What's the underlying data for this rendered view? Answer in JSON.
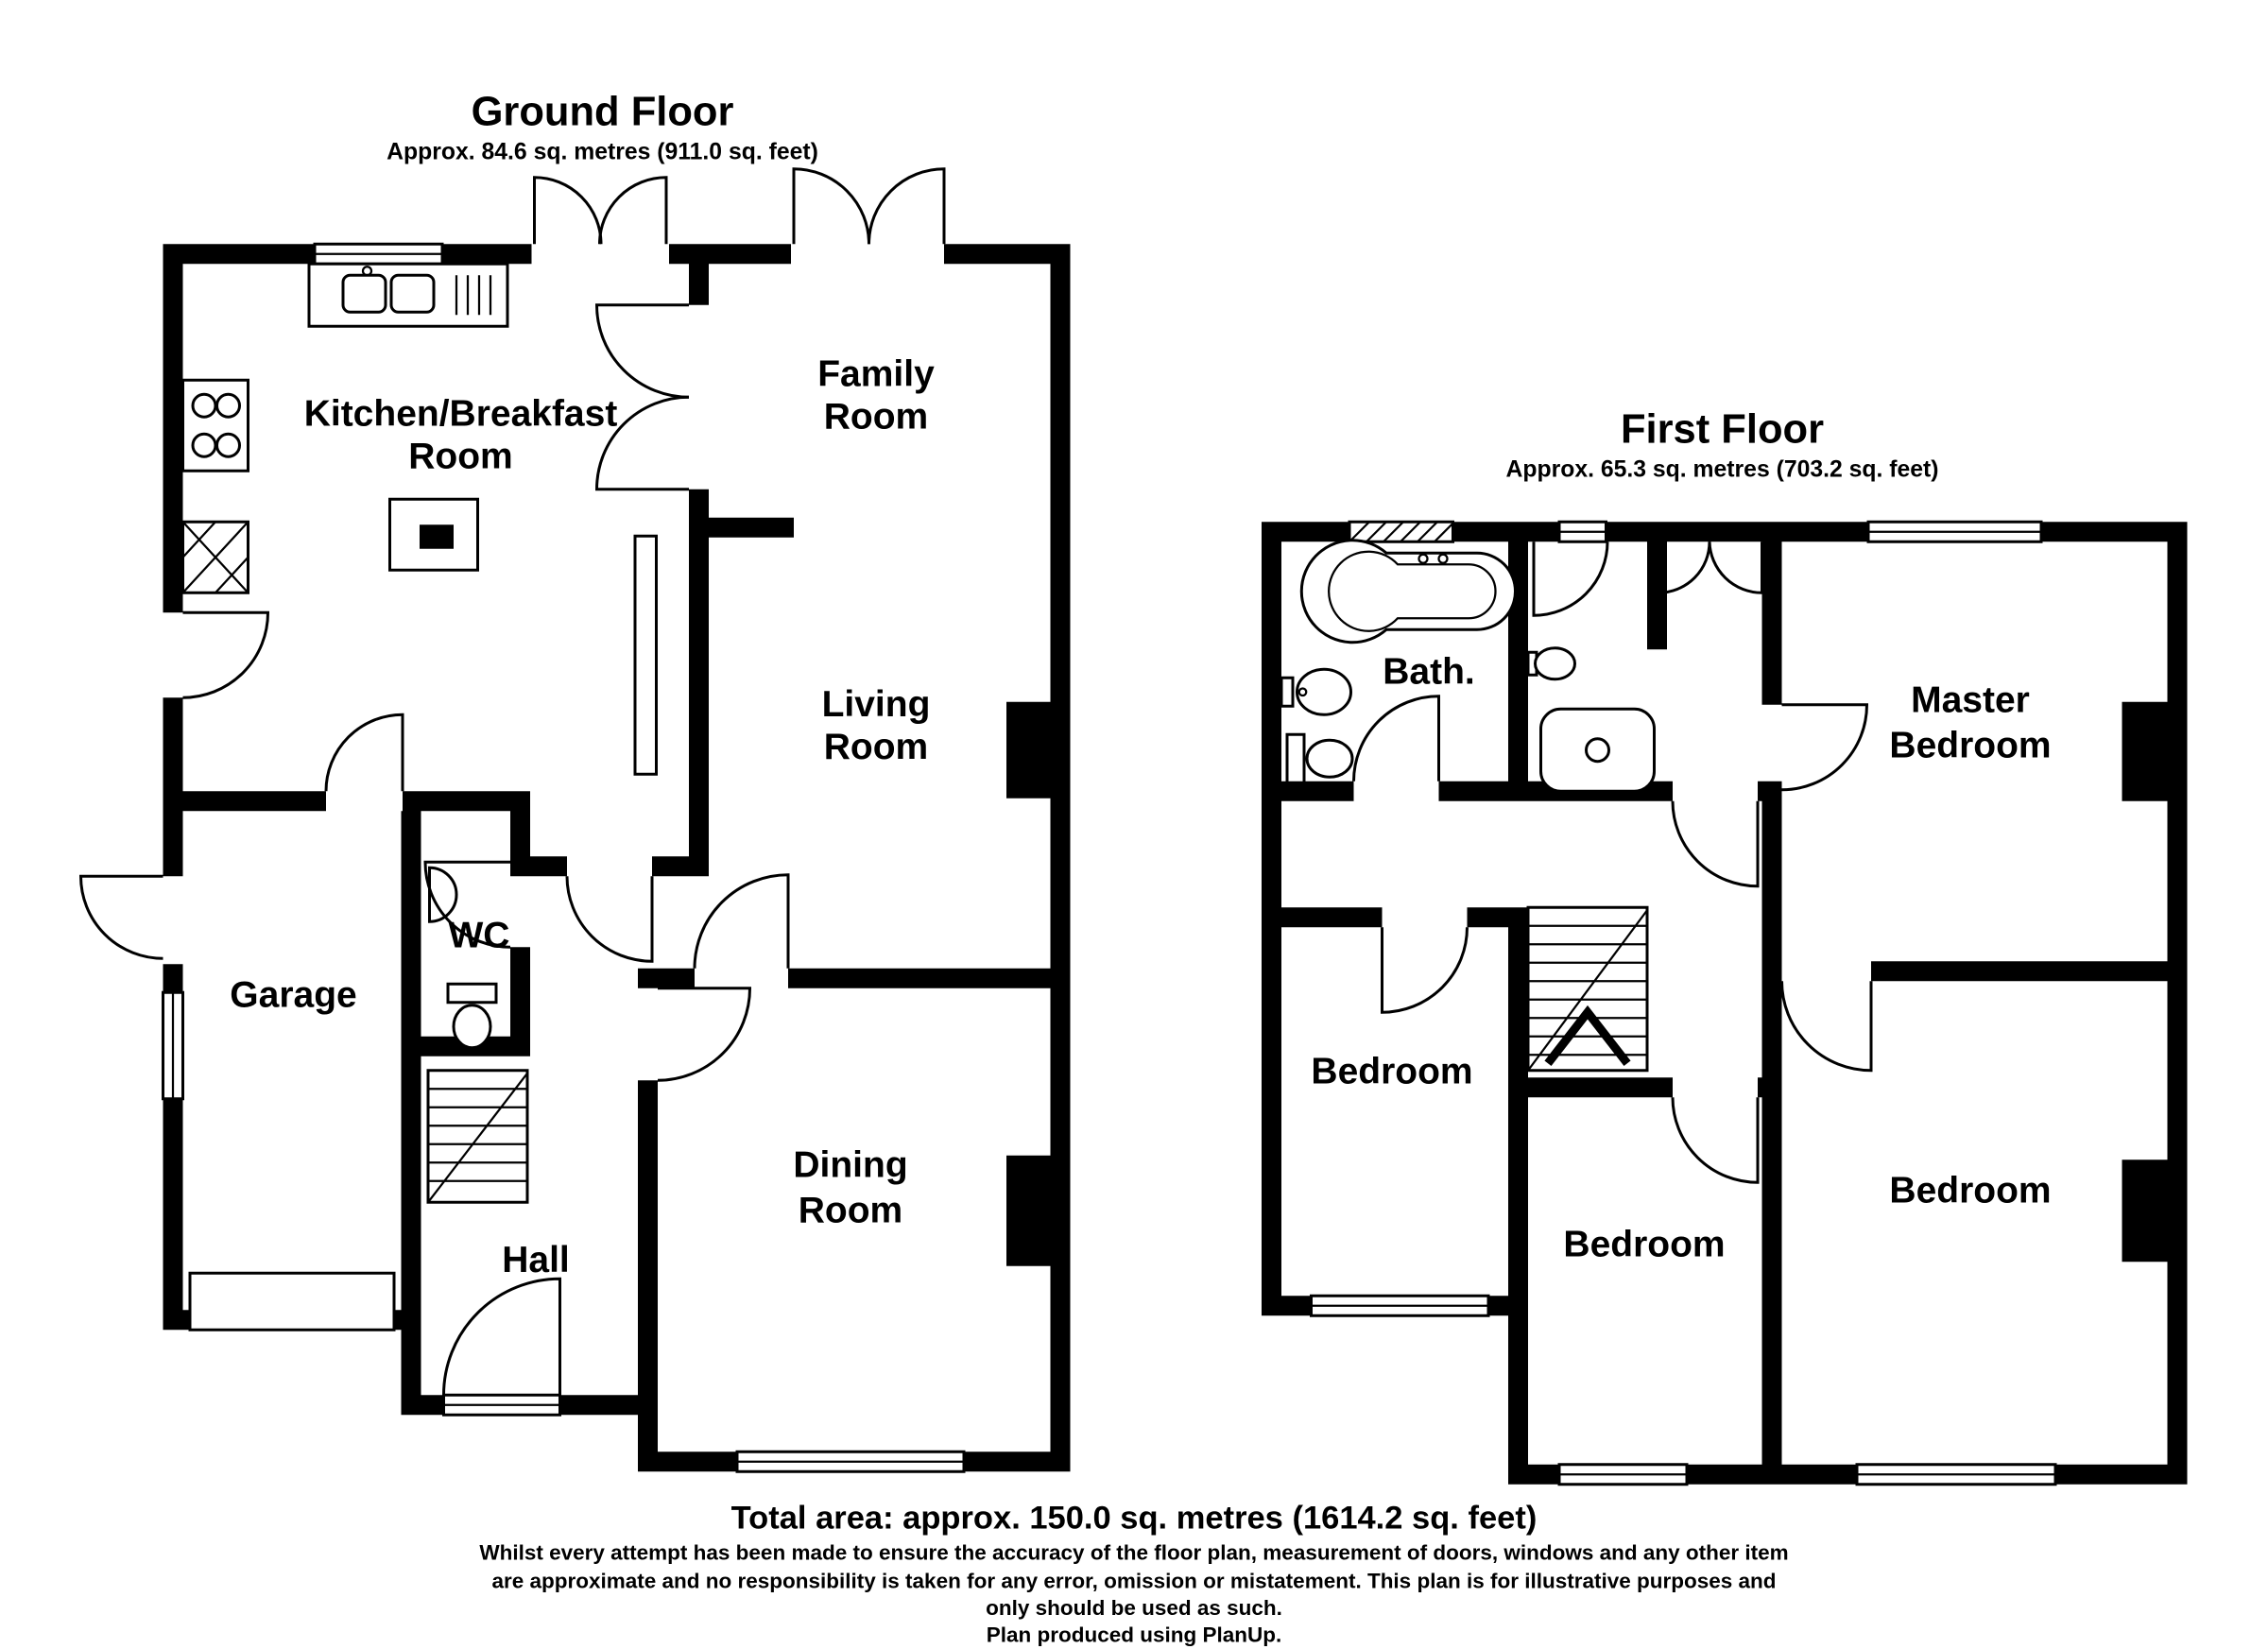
{
  "colors": {
    "wall": "#000000",
    "background": "#ffffff"
  },
  "ground_floor": {
    "title": "Ground Floor",
    "subtitle": "Approx. 84.6 sq. metres (911.0 sq. feet)",
    "rooms": {
      "kitchen_line1": "Kitchen/Breakfast",
      "kitchen_line2": "Room",
      "family_line1": "Family",
      "family_line2": "Room",
      "living_line1": "Living",
      "living_line2": "Room",
      "wc": "WC",
      "garage": "Garage",
      "hall": "Hall",
      "dining_line1": "Dining",
      "dining_line2": "Room"
    }
  },
  "first_floor": {
    "title": "First Floor",
    "subtitle": "Approx. 65.3 sq. metres (703.2 sq. feet)",
    "rooms": {
      "bath": "Bath.",
      "master_line1": "Master",
      "master_line2": "Bedroom",
      "bedroom_left": "Bedroom",
      "bedroom_middle": "Bedroom",
      "bedroom_right": "Bedroom"
    }
  },
  "footer": {
    "total_area": "Total area: approx. 150.0 sq. metres (1614.2 sq. feet)",
    "disclaimer_line1": "Whilst every attempt has been made to ensure the accuracy of the floor plan, measurement of doors, windows and any other item",
    "disclaimer_line2": "are approximate and no responsibility is taken for any error, omission or mistatement.  This plan is for illustrative purposes and",
    "disclaimer_line3": "only should be used as such.",
    "credit": "Plan produced using PlanUp."
  }
}
